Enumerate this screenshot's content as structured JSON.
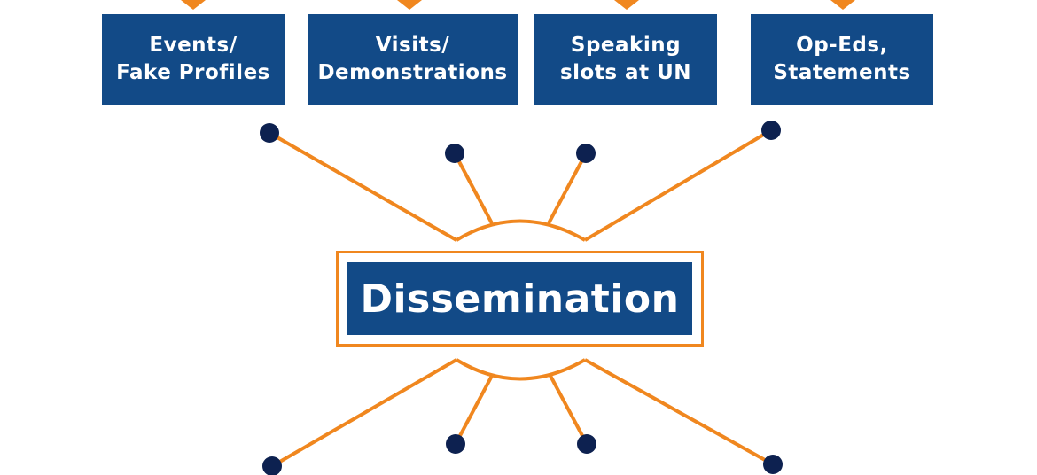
{
  "diagram": {
    "hub_label": "Dissemination",
    "boxes": [
      {
        "label": "Events/\nFake Profiles"
      },
      {
        "label": "Visits/\nDemonstrations"
      },
      {
        "label": "Speaking\nslots at UN"
      },
      {
        "label": "Op-Eds,\nStatements"
      }
    ]
  },
  "colors": {
    "box_fill": "#124a87",
    "accent_orange": "#f0871f",
    "node_dot": "#0d2150",
    "text_light": "#ffffff"
  }
}
